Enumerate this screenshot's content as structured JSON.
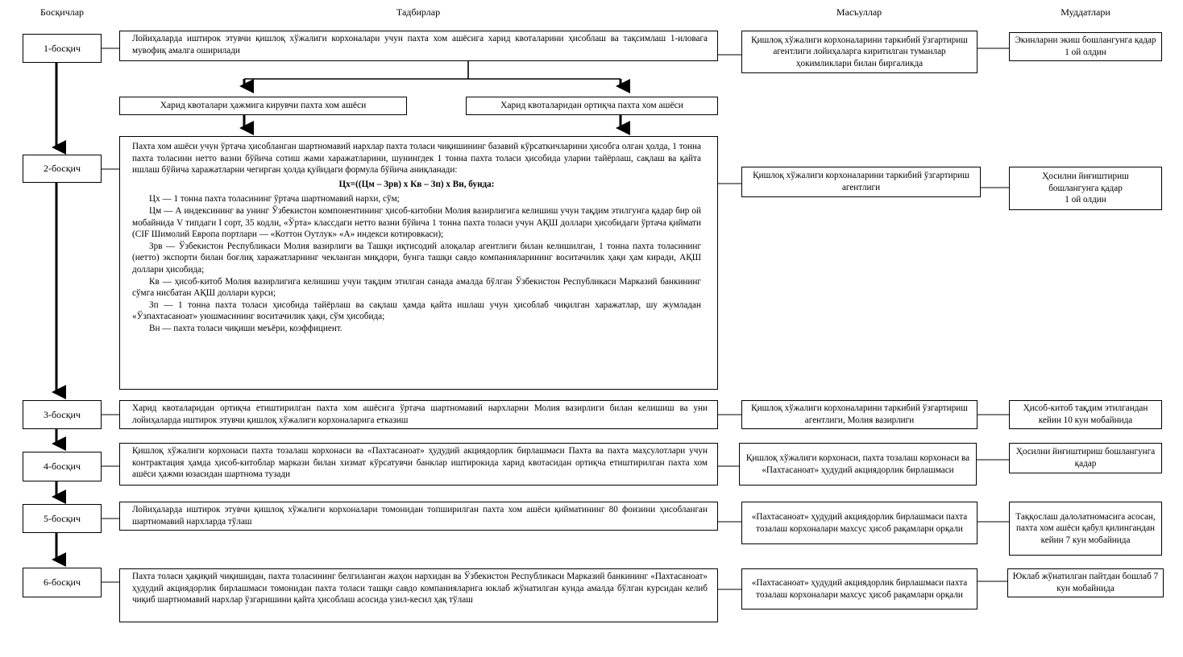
{
  "headers": {
    "stages": "Босқичлар",
    "actions": "Тадбирлар",
    "responsible": "Масъуллар",
    "deadlines": "Муддатлари"
  },
  "stage1": {
    "label": "1-босқич",
    "action": "Лойиҳаларда иштирок этувчи қишлоқ хўжалиги корхоналари учун пахта хом ашёсига харид квоталарини ҳисоблаш ва тақсимлаш 1-иловага мувофиқ амалга оширилади",
    "responsible": "Қишлоқ хўжалиги корхоналарини таркибий ўзгартириш агентлиги лойиҳаларга киритилган туманлар ҳокимликлари билан биргаликда",
    "deadline": "Экинларни экиш бошлангунга қадар 1 ой олдин"
  },
  "branches": {
    "left": "Харид квоталари ҳажмига кирувчи пахта хом ашёси",
    "right": "Харид квоталаридан ортиқча пахта хом ашёси"
  },
  "stage2": {
    "label": "2-босқич",
    "intro": "Пахта хом ашёси учун ўртача ҳисобланган шартномавий нархлар пахта толаси чиқишининг базавий кўрсаткичларини ҳисобга олган ҳолда, 1 тонна пахта толасини нетто вазни бўйича сотиш жами харажатларини, шунингдек 1 тонна пахта толаси ҳисобида уларни тайёрлаш, сақлаш ва қайта ишлаш бўйича харажатларни чегирган ҳолда қуйидаги формула бўйича аниқланади:",
    "formula": "Цх=((Цм – Зрв) х Кв – Зп) х Вн, бунда:",
    "defs": [
      "Цх — 1 тонна пахта толасининг ўртача шартномавий нархи, сўм;",
      "Цм — А индексининг ва унинг Ўзбекистон компонентининг ҳисоб-китобни Молия вазирлигига келишиш учун тақдим этилгунга қадар бир ой мобайнида V типдаги I сорт, 35 кодли, «Ўрта» классдаги нетто вазни бўйича 1 тонна пахта толаси учун АҚШ доллари ҳисобидаги ўртача қиймати (CIF Шимолий Европа портлари — «Коттон Оутлук» «А» индекси котировкаси);",
      "Зрв — Ўзбекистон Республикаси Молия вазирлиги ва Ташқи иқтисодий алоқалар агентлиги билан келишилган, 1 тонна пахта толасининг (нетто) экспорти билан боғлиқ харажатларнинг чекланган миқдори, бунга ташқи савдо компанияларининг воситачилик ҳақи ҳам киради, АҚШ доллари ҳисобида;",
      "Кв — ҳисоб-китоб Молия вазирлигига келишиш учун тақдим этилган санада амалда бўлган Ўзбекистон Республикаси Марказий банкининг сўмга нисбатан АҚШ доллари курси;",
      "Зп — 1 тонна пахта толаси ҳисобида тайёрлаш ва сақлаш ҳамда қайта ишлаш учун ҳисоблаб чиқилган харажатлар, шу жумладан «Ўзпахтасаноат» уюшмасининг воситачилик ҳақи, сўм ҳисобида;",
      "Вн — пахта толаси чиқиши меъёри, коэффициент."
    ],
    "responsible": "Қишлоқ хўжалиги корхоналарини таркибий ўзгартириш агентлиги",
    "deadline": "Ҳосилни йиғиштириш\nбошлангунга қадар\n1 ой олдин"
  },
  "stage3": {
    "label": "3-босқич",
    "action": "Харид квоталаридан ортиқча етиштирилган пахта хом ашёсига ўртача шартномавий нархларни Молия вазирлиги билан келишиш ва уни лойиҳаларда иштирок этувчи қишлоқ хўжалиги корхоналарига етказиш",
    "responsible": "Қишлоқ хўжалиги корхоналарини таркибий ўзгартириш агентлиги, Молия вазирлиги",
    "deadline": "Ҳисоб-китоб тақдим этилгандан кейин 10 кун мобайнида"
  },
  "stage4": {
    "label": "4-босқич",
    "action": "Қишлоқ хўжалиги корхонаси пахта тозалаш корхонаси ва «Пахтасаноат» ҳудудий акциядорлик бирлашмаси Пахта ва пахта маҳсулотлари учун контрактация ҳамда ҳисоб-китоблар маркази билан хизмат кўрсатувчи банклар иштирокида харид квотасидан ортиқча етиштирилган пахта хом ашёси ҳажми юзасидан шартнома тузади",
    "responsible": "Қишлоқ хўжалиги корхонаси, пахта тозалаш корхонаси ва «Пахтасаноат» ҳудудий акциядорлик бирлашмаси",
    "deadline": "Ҳосилни йиғиштириш бошлангунга қадар"
  },
  "stage5": {
    "label": "5-босқич",
    "action": "Лойиҳаларда иштирок этувчи қишлоқ хўжалиги корхоналари томонидан топширилган пахта хом ашёси қийматининг 80 фоизини ҳисобланган шартномавий нархларда тўлаш",
    "responsible": "«Пахтасаноат» ҳудудий акциядорлик бирлашмаси пахта тозалаш корхоналари махсус ҳисоб рақамлари орқали",
    "deadline": "Таққослаш далолатномасига асосан, пахта хом ашёси қабул қилингандан кейин 7 кун мобайнида"
  },
  "stage6": {
    "label": "6-босқич",
    "action": "Пахта толаси ҳақиқий чиқишидан, пахта толасининг белгиланган жаҳон нархидан ва Ўзбекистон Республикаси Марказий банкининг «Пахтасаноат» ҳудудий акциядорлик бирлашмаси томонидан пахта толаси ташқи савдо компанияларига юклаб жўнатилган кунда амалда бўлган курсидан келиб чиқиб шартномавий нархлар ўзгаришини қайта ҳисоблаш асосида узил-кесил ҳақ тўлаш",
    "responsible": "«Пахтасаноат» ҳудудий акциядорлик бирлашмаси пахта тозалаш корхоналари махсус ҳисоб рақамлари орқали",
    "deadline": "Юклаб жўнатилган пайтдан бошлаб 7 кун мобайнида"
  }
}
